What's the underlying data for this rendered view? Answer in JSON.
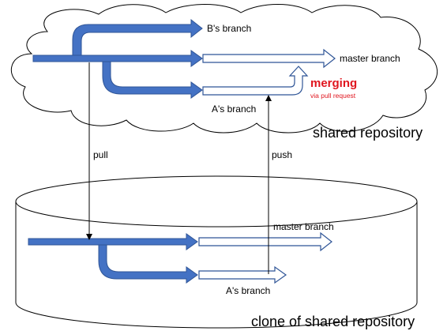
{
  "labels": {
    "b_branch": "B's branch",
    "master_branch_shared": "master branch",
    "merging": "merging",
    "via_pull_request": "via pull request",
    "a_branch_shared": "A's branch",
    "shared_repository": "shared repository",
    "pull": "pull",
    "push": "push",
    "master_branch_clone": "master branch",
    "a_branch_clone": "A's branch",
    "clone_repository": "clone of shared repository"
  },
  "colors": {
    "branch_fill": "#4472c4",
    "branch_outline": "#2f5597",
    "merge_text": "#e0161f",
    "line": "#000000"
  }
}
